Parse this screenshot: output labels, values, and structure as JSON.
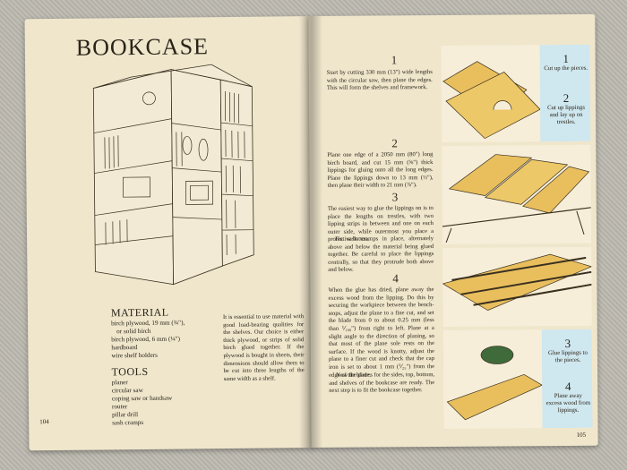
{
  "left_page": {
    "title": "BOOKCASE",
    "material": {
      "heading": "MATERIAL",
      "items": [
        "birch plywood, 19 mm (¾\"),",
        "or solid birch",
        "birch plywood, 6 mm (¼\")",
        "hardboard",
        "wire shelf holders"
      ]
    },
    "tools": {
      "heading": "TOOLS",
      "items": [
        "planer",
        "circular saw",
        "coping saw or handsaw",
        "router",
        "pillar drill",
        "sash cramps"
      ]
    },
    "body_text": "It is essential to use material with good load-bearing qualities for the shelves. Our choice is either thick plywood, or strips of solid birch glued together. If the plywood is bought in sheets, their dimensions should allow them to be cut into three lengths of the same width as a shelf.",
    "page_number": "104"
  },
  "right_page": {
    "steps": [
      {
        "number": "1",
        "text": "Start by cutting 330 mm (13\") wide lengths with the circular saw, then plane the edges. This will form the shelves and framework."
      },
      {
        "number": "2",
        "text": "Plane one edge of a 2050 mm (80\") long birch board, and cut 15 mm (⅝\") thick lippings for gluing onto all the long edges. Plane the lippings down to 13 mm (½\"), then plane their width to 21 mm (⅞\")."
      },
      {
        "number": "3",
        "text": "The easiest way to glue the lippings on is to place the lengths on trestles, with two lipping strips in between and one on each outer side, while outermost you place a protective batten.",
        "text2": "Fix sash cramps in place, alternately above and below the material being glued together. Be careful to place the lippings centrally, so that they protrude both above and below."
      },
      {
        "number": "4",
        "text": "When the glue has dried, plane away the excess wood from the lipping. Do this by securing the workpiece between the bench-stops, adjust the plane to a fine cut, and set the blade from 0 to about 0.25 mm (less than ⅟₁₀₀\") from right to left. Plane at a slight angle to the direction of planing, so that most of the plane sole rests on the surface. If the wood is knotty, adjust the plane to a finer cut and check that the cap iron is set to about 1 mm (⅟₂₅\") from the edge of the blade.",
        "text2": "Now the pieces for the sides, top, bottom, and shelves of the bookcase are ready. The next step is to fit the bookcase together."
      }
    ],
    "captions": [
      {
        "number": "1",
        "text": "Cut up the pieces."
      },
      {
        "number": "2",
        "text": "Cut up lippings and lay up on trestles."
      },
      {
        "number": "3",
        "text": "Glue lippings to the pieces."
      },
      {
        "number": "4",
        "text": "Plane away excess wood from lippings."
      }
    ],
    "page_number": "105"
  },
  "colors": {
    "paper": "#efe6cc",
    "wood": "#e9bf5e",
    "panel_blue": "#cfe7ef",
    "ink": "#2a2418"
  }
}
